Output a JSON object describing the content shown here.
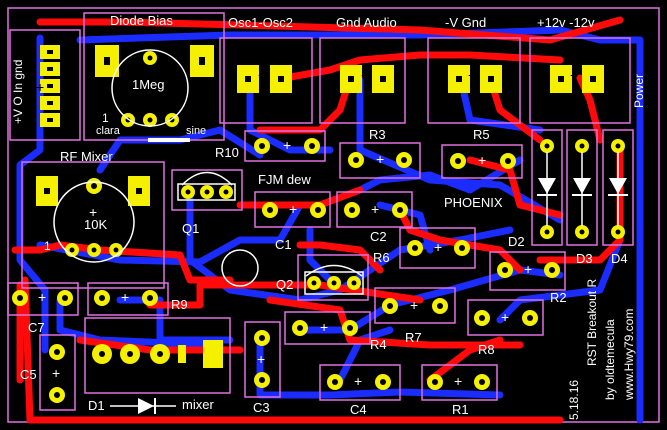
{
  "title": "RST Breakout R",
  "headers": {
    "diode_bias": "Diode Bias",
    "osc": "Osc1-Osc2",
    "gnd_audio": "Gnd  Audio",
    "v_gnd": "-V  Gnd",
    "v12": "+12v  -12v"
  },
  "side": {
    "left_pins": "+V  O  In  gnd",
    "power": "Power"
  },
  "components": {
    "meg": "1Meg",
    "clara": "clara",
    "sine": "sine",
    "one_a": "1",
    "one_b": "1",
    "rf_mixer": "RF Mixer",
    "ten_k": "10K",
    "r10": "R10",
    "fjm": "FJM  dew",
    "r3": "R3",
    "r5": "R5",
    "phoenix": "PHOENIX",
    "q1": "Q1",
    "c1": "C1",
    "c2": "C2",
    "r6": "R6",
    "q2": "Q2",
    "c7": "C7",
    "r9": "R9",
    "c5": "C5",
    "d1": "D1",
    "mixer": "mixer",
    "c3": "C3",
    "r4": "R4",
    "c4": "C4",
    "r7": "R7",
    "r8": "R8",
    "r1": "R1",
    "d2": "D2",
    "d3": "D3",
    "d4": "D4",
    "r2": "R2"
  },
  "credits": {
    "date": "5.18.16",
    "name": "RST Breakout R",
    "author": "by oldtemecula",
    "site": "www.Hwy79.com"
  },
  "colors": {
    "background": "#000000",
    "trace_red": "#ff0a0a",
    "trace_blue": "#1a2cff",
    "pad_yellow": "#f5f000",
    "silk_white": "#ffffff",
    "outline_pink": "#e070e0"
  }
}
